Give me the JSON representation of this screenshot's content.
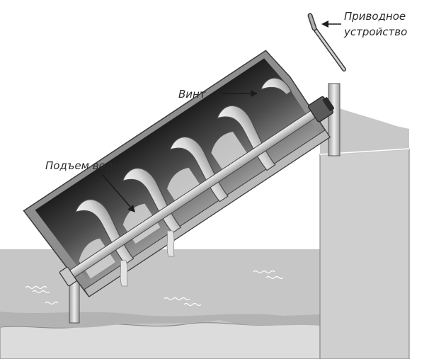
{
  "labels": {
    "drive_line1": "Приводное",
    "drive_line2": "устройство",
    "screw": "Винт",
    "water_lift": "Подъем воды"
  },
  "colors": {
    "water": "#c4c4c4",
    "water_dark": "#a9a9a9",
    "ground": "#dadada",
    "ground_edge": "#8c8c8c",
    "tube_outer": "#8a8a8a",
    "tube_inner_dark": "#3a3a3a",
    "metal_light": "#e6e6e6",
    "metal_mid": "#b5b5b5",
    "ink": "#1c1c1c"
  },
  "icons": {
    "arrow": "pointer-arrow-icon",
    "ripple": "water-ripple-icon",
    "crank": "crank-handle-icon"
  }
}
